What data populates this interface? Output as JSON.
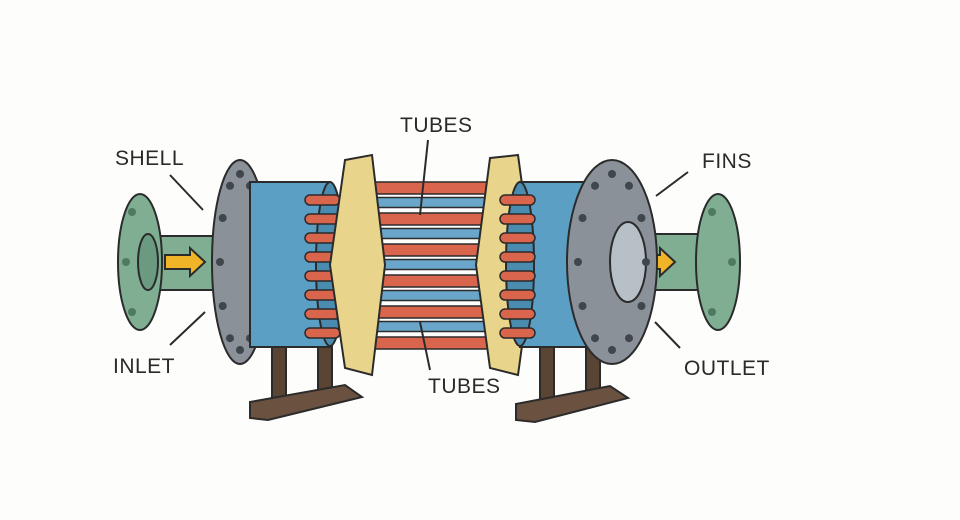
{
  "labels": {
    "shell": "SHELL",
    "tubes_top": "TUBES",
    "fins": "FINS",
    "inlet": "INLET",
    "tubes_bottom": "TUBES",
    "outlet": "OUTLET"
  },
  "colors": {
    "pipe": "#7fae93",
    "flange": "#8a9198",
    "shell": "#5c9fc4",
    "fin": "#e8d48a",
    "tube_red": "#d9654c",
    "tube_blue": "#6aa6c9",
    "arrow": "#f0b429",
    "stand": "#5a4535"
  }
}
